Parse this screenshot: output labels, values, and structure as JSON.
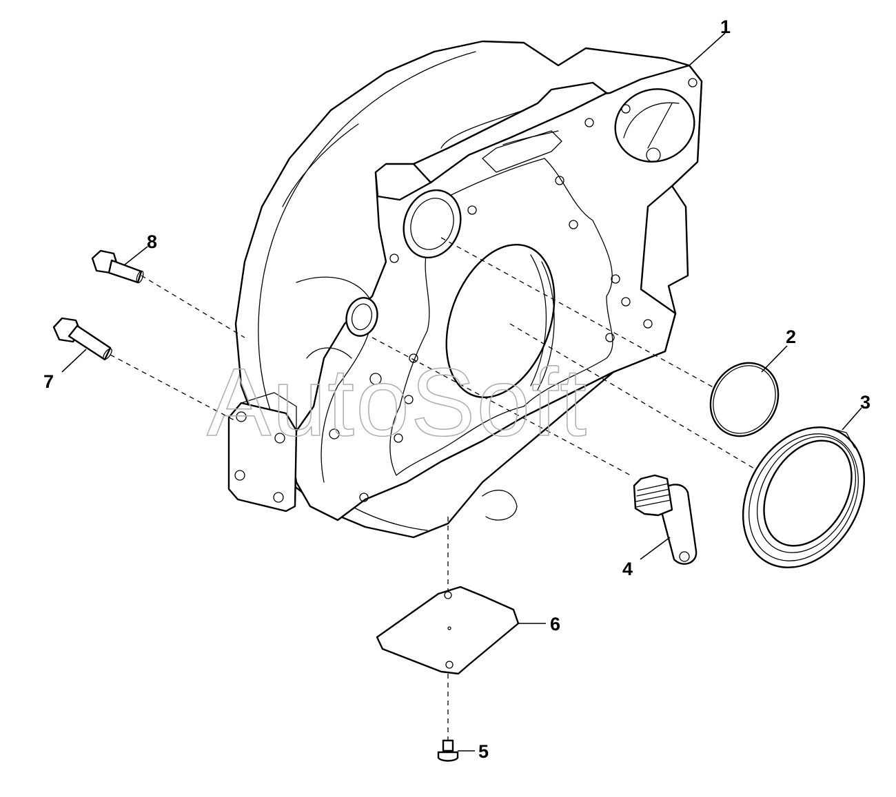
{
  "watermark": "AutoSoft",
  "callouts": {
    "c1": "1",
    "c2": "2",
    "c3": "3",
    "c4": "4",
    "c5": "5",
    "c6": "6",
    "c7": "7",
    "c8": "8"
  },
  "colors": {
    "line": "#000000",
    "background": "#ffffff",
    "watermark": "#b0b0b0"
  }
}
